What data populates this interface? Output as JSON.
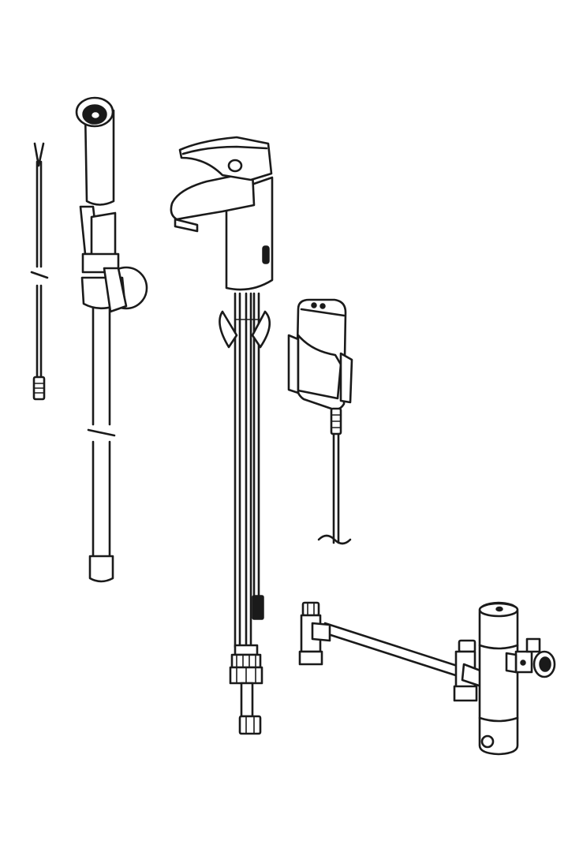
{
  "diagram": {
    "parts": [
      {
        "id": "sensor-cable",
        "icon": "sensor-cable-icon"
      },
      {
        "id": "hand-shower-rail",
        "icon": "hand-shower-icon"
      },
      {
        "id": "basin-mixer",
        "icon": "faucet-icon"
      },
      {
        "id": "control-box",
        "icon": "control-box-icon"
      },
      {
        "id": "supply-hoses",
        "icon": "hose-icon"
      },
      {
        "id": "thermostatic-valve-kit",
        "icon": "valve-icon"
      }
    ],
    "colors": {
      "stroke": "#1a1a1a",
      "fill": "#ffffff"
    }
  }
}
